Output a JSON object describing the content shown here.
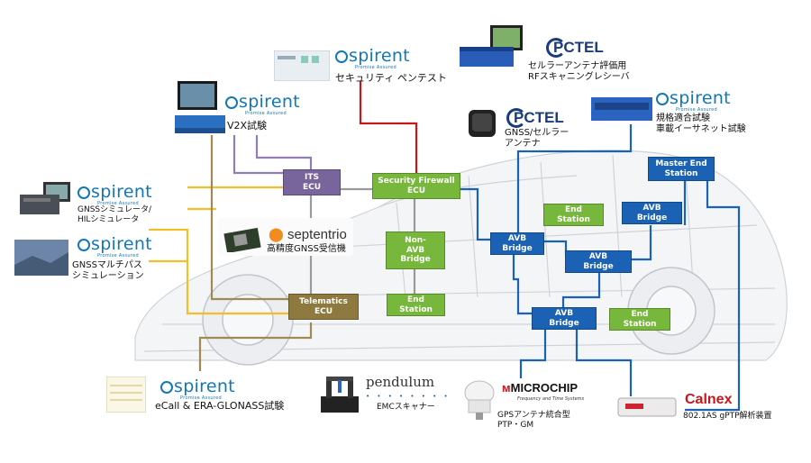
{
  "labels": {
    "v2x": "V2X試験",
    "security_test": "セキュリティ ペンテスト",
    "pctel_receiver": "セルラーアンテナ評価用\nRFスキャニングレシーバ",
    "gnss_cellular_antenna": "GNSS/セルラー\nアンテナ",
    "conformance": "規格適合試験\n車載イーサネット試験",
    "gnss_simulator": "GNSSシミュレータ/\nHILシミュレータ",
    "gnss_multipath": "GNSSマルチパス\nシミュレーション",
    "gnss_receiver": "高精度GNSS受信機",
    "ecall": "eCall & ERA-GLONASS試験",
    "emc": "EMCスキャナー",
    "gps_antenna": "GPSアンテナ統合型\nPTP・GM",
    "gptp_analyzer": "802.1AS gPTP解析装置"
  },
  "logos": {
    "spirent_text": "spirent",
    "spirent_tagline": "Promise Assured",
    "pctel": "PCTEL",
    "septentrio": "septentrio",
    "pendulum": "pendulum",
    "microchip": "MICROCHIP",
    "microchip_tagline": "Frequency and Time Systems",
    "calnex": "Calnex"
  },
  "nodes": {
    "its_ecu": "ITS\nECU",
    "security_firewall": "Security Firewall\nECU",
    "non_avb": "Non-\nAVB\nBridge",
    "end_station_1": "End\nStation",
    "telematics": "Telematics\nECU",
    "avb_bridge_1": "AVB\nBridge",
    "end_station_2": "End\nStation",
    "avb_bridge_2": "AVB\nBridge",
    "master_end_station": "Master End\nStation",
    "avb_bridge_3": "AVB\nBridge",
    "avb_bridge_4": "AVB\nBridge",
    "end_station_3": "End\nStation"
  },
  "colors": {
    "green_node": "#77b73b",
    "blue_node": "#1b62b5",
    "purple_node": "#77659b",
    "olive_node": "#8e7a3e",
    "yellow_link": "#f2bf2a",
    "blue_link": "#1b62b5",
    "red_link": "#c8161d",
    "tan_link": "#a08a52",
    "gray_link": "#9a9a9a"
  }
}
